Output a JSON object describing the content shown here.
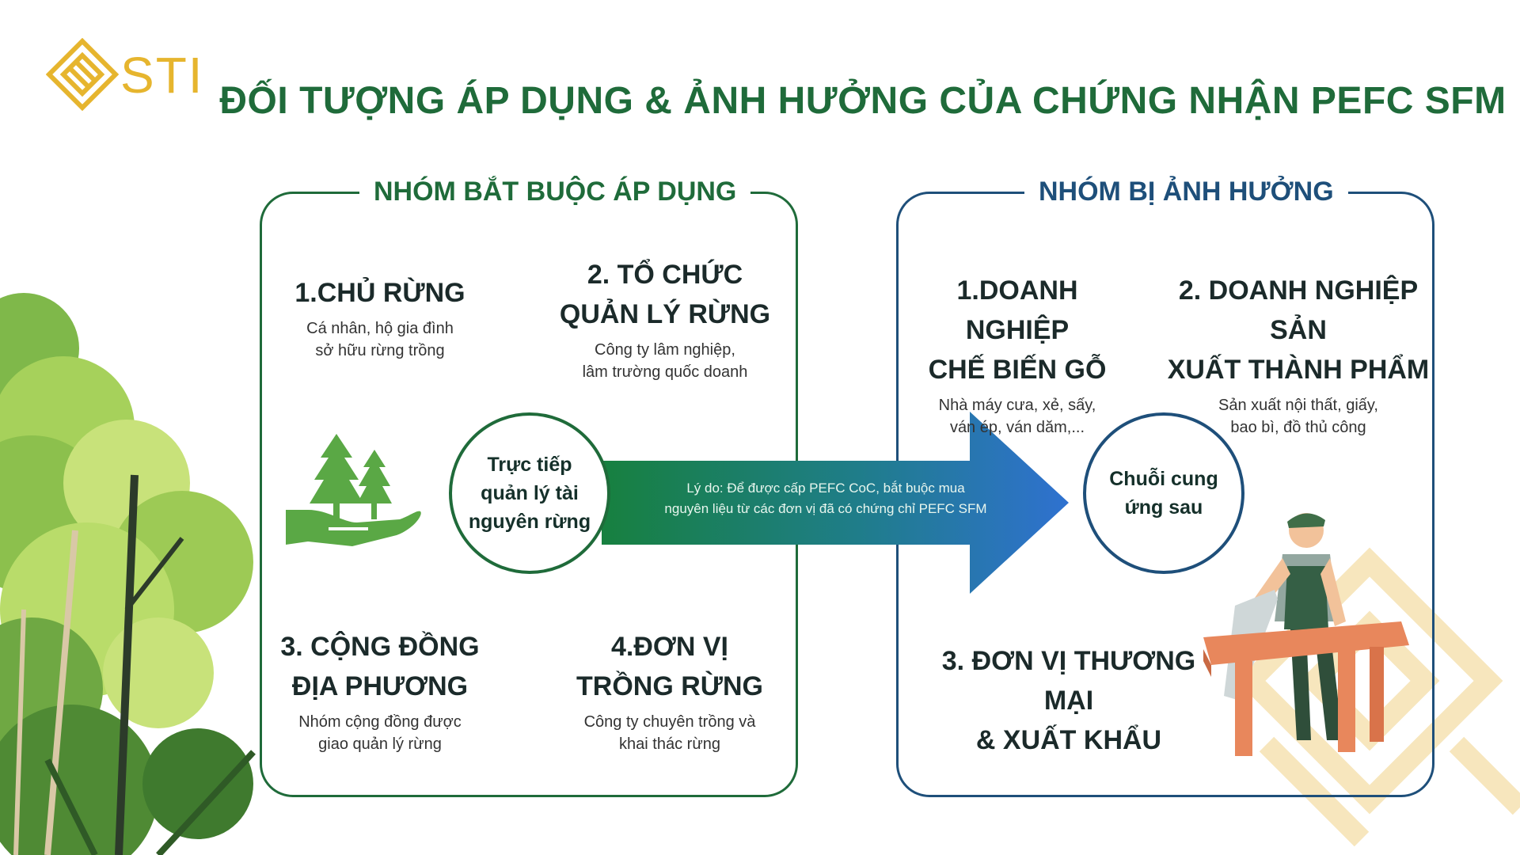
{
  "logo": {
    "text": "STI"
  },
  "title": "ĐỐI TƯỢNG ÁP DỤNG & ẢNH HƯỞNG CỦA CHỨNG NHẬN PEFC SFM",
  "left_group": {
    "label": "NHÓM BẮT BUỘC ÁP DỤNG",
    "center": [
      "Trực tiếp",
      "quản lý tài",
      "nguyên rừng"
    ],
    "items": [
      {
        "title": [
          "1.CHỦ RỪNG"
        ],
        "desc": [
          "Cá nhân, hộ gia đình",
          "sở hữu rừng trồng"
        ]
      },
      {
        "title": [
          "2. TỔ CHỨC",
          "QUẢN LÝ RỪNG"
        ],
        "desc": [
          "Công ty lâm nghiệp,",
          "lâm trường quốc doanh"
        ]
      },
      {
        "title": [
          "3. CỘNG ĐỒNG",
          "ĐỊA PHƯƠNG"
        ],
        "desc": [
          "Nhóm cộng đồng được",
          "giao quản lý rừng"
        ]
      },
      {
        "title": [
          "4.ĐƠN VỊ",
          "TRỒNG RỪNG"
        ],
        "desc": [
          "Công ty chuyên trồng và",
          "khai thác rừng"
        ]
      }
    ]
  },
  "right_group": {
    "label": "NHÓM BỊ ẢNH HƯỞNG",
    "center": [
      "Chuỗi cung",
      "ứng sau"
    ],
    "items": [
      {
        "title": [
          "1.DOANH NGHIỆP",
          "CHẾ BIẾN GỖ"
        ],
        "desc": [
          "Nhà máy cưa, xẻ, sấy,",
          "ván ép, ván dăm,..."
        ]
      },
      {
        "title": [
          "2. DOANH NGHIỆP SẢN",
          "XUẤT THÀNH PHẨM"
        ],
        "desc": [
          "Sản xuất nội thất, giấy,",
          "bao bì, đồ thủ công"
        ]
      },
      {
        "title": [
          "3. ĐƠN VỊ THƯƠNG MẠI",
          "& XUẤT KHẨU"
        ],
        "desc": []
      }
    ]
  },
  "arrow": {
    "text": [
      "Lý do: Để được cấp PEFC CoC, bắt buộc mua",
      "nguyên liệu từ các đơn vị đã có chứng chỉ PEFC SFM"
    ]
  },
  "colors": {
    "green": "#1f6b3a",
    "blue": "#1e4f7a",
    "gold": "#e6b52e"
  }
}
